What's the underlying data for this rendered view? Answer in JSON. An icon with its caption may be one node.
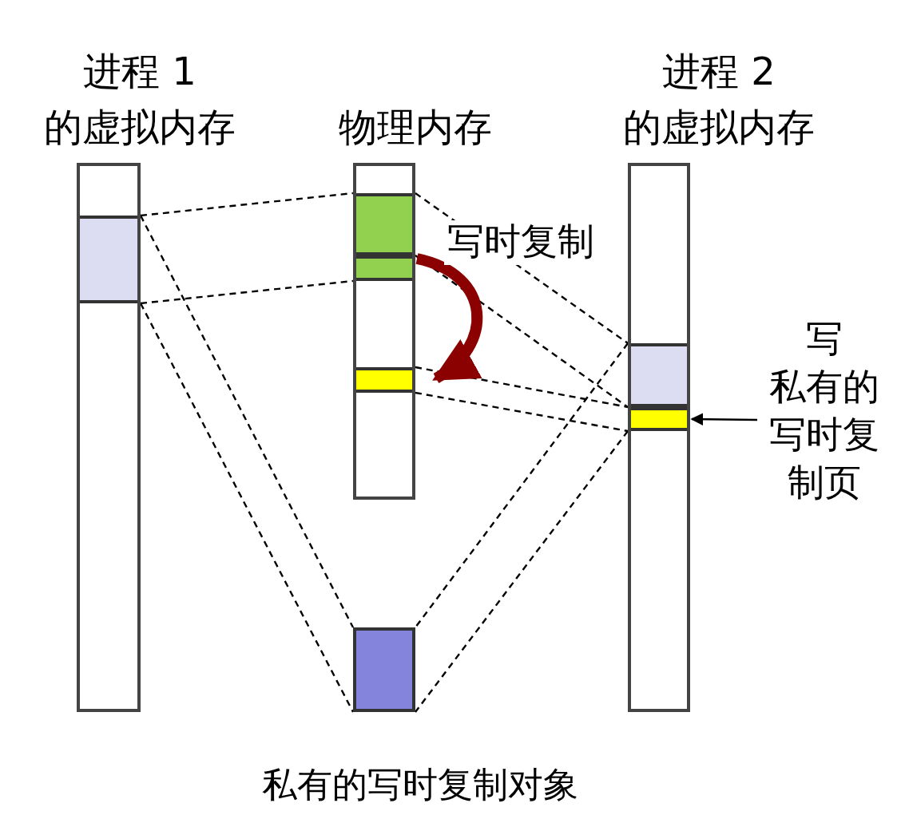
{
  "diagram": {
    "nodes": [
      {
        "text": [
          "进程 1",
          "的虚拟内存"
        ]
      },
      {
        "text": [],
        "shape": "box",
        "in": 0
      },
      {
        "text": [
          "物理内存"
        ]
      },
      {
        "text": [],
        "shape": "box",
        "in": 2
      },
      {
        "text": [],
        "shape": "box",
        "in": 2
      },
      {
        "text": [],
        "shape": "box",
        "in": 2
      },
      {
        "text": [
          "进程 2",
          "的虚拟内存"
        ]
      },
      {
        "text": [],
        "shape": "box",
        "in": 6
      },
      {
        "text": [],
        "shape": "box",
        "in": 6
      },
      {
        "text": [],
        "shape": "box",
        "beside": [
          "私有的写时复制对象"
        ]
      },
      {
        "text": [
          "写",
          "私有的写时复制页"
        ]
      }
    ],
    "edges": [
      {
        "from": 1,
        "to": 3,
        "arrow": "none",
        "style": "dashed"
      },
      {
        "from": 1,
        "to": 4,
        "arrow": "none",
        "style": "dashed"
      },
      {
        "from": 1,
        "to": 9,
        "arrow": "none",
        "style": "dashed"
      },
      {
        "from": 1,
        "to": 9,
        "arrow": "none",
        "style": "dashed"
      },
      {
        "from": 3,
        "to": 7,
        "arrow": "none",
        "style": "dashed"
      },
      {
        "from": 3,
        "to": 7,
        "arrow": "none",
        "style": "dashed"
      },
      {
        "from": 5,
        "to": 8,
        "arrow": "none",
        "style": "dashed"
      },
      {
        "from": 5,
        "to": 8,
        "arrow": "none",
        "style": "dashed"
      },
      {
        "from": 7,
        "to": 9,
        "arrow": "none",
        "style": "dashed"
      },
      {
        "from": 8,
        "to": 9,
        "arrow": "none",
        "style": "dashed"
      },
      {
        "from": 4,
        "to": 5,
        "arrow": "to",
        "style": "thick",
        "color": "#8b0000",
        "label": "写时复制"
      },
      {
        "from": 10,
        "to": 8,
        "arrow": "to"
      }
    ]
  }
}
